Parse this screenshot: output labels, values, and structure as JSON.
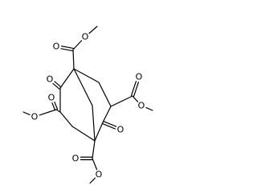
{
  "molecule": {
    "atom_symbols": {
      "O1": "O",
      "O2": "O",
      "O3": "O",
      "O4": "O",
      "O5": "O",
      "O6": "O",
      "O7": "O",
      "O8": "O",
      "O9": "O",
      "O10": "O"
    },
    "colors": {
      "bond": "#000000",
      "atom": "#000000",
      "background": "#ffffff"
    }
  }
}
